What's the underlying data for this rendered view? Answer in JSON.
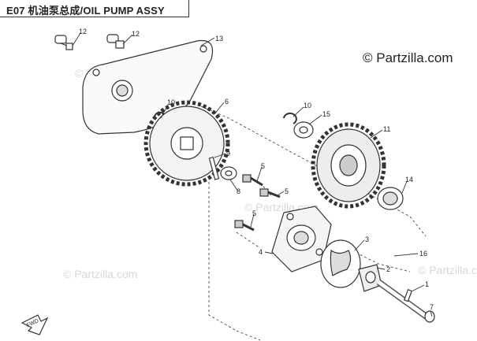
{
  "title": "E07 机油泵总成/OIL PUMP ASSY",
  "brand": "© Partzilla.com",
  "watermark": "© Partzilla.com",
  "fwd_label": "FWD",
  "callouts": {
    "c12a": "12",
    "c12b": "12",
    "c13": "13",
    "c10a": "10",
    "c6": "6",
    "c10b": "10",
    "c15": "15",
    "c11": "11",
    "c9": "9",
    "c5a": "5",
    "c8": "8",
    "c5b": "5",
    "c14": "14",
    "c5c": "5",
    "c4": "4",
    "c3": "3",
    "c16": "16",
    "c2": "2",
    "c1": "1",
    "c7": "7"
  },
  "colors": {
    "line": "#333333",
    "watermark": "#d8d8d8",
    "fill": "#e6e6e6"
  }
}
